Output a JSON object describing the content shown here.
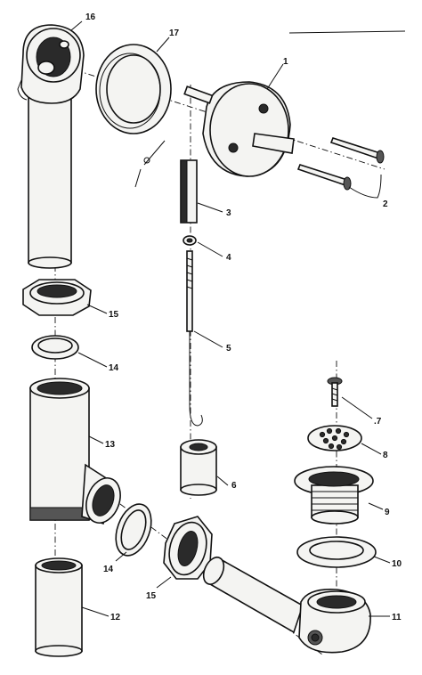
{
  "callouts": [
    {
      "id": "1",
      "text": "1"
    },
    {
      "id": "2",
      "text": "2"
    },
    {
      "id": "3",
      "text": "3"
    },
    {
      "id": "4",
      "text": "4"
    },
    {
      "id": "5",
      "text": "5"
    },
    {
      "id": "6",
      "text": "6"
    },
    {
      "id": "7",
      "text": ".7"
    },
    {
      "id": "8",
      "text": "8"
    },
    {
      "id": "9",
      "text": "9"
    },
    {
      "id": "10",
      "text": "10"
    },
    {
      "id": "11",
      "text": "11"
    },
    {
      "id": "12",
      "text": "12"
    },
    {
      "id": "13",
      "text": "13"
    },
    {
      "id": "14a",
      "text": "14"
    },
    {
      "id": "14b",
      "text": "14"
    },
    {
      "id": "15a",
      "text": "15"
    },
    {
      "id": "15b",
      "text": "15"
    },
    {
      "id": "16",
      "text": "16"
    },
    {
      "id": "17",
      "text": "17"
    }
  ]
}
